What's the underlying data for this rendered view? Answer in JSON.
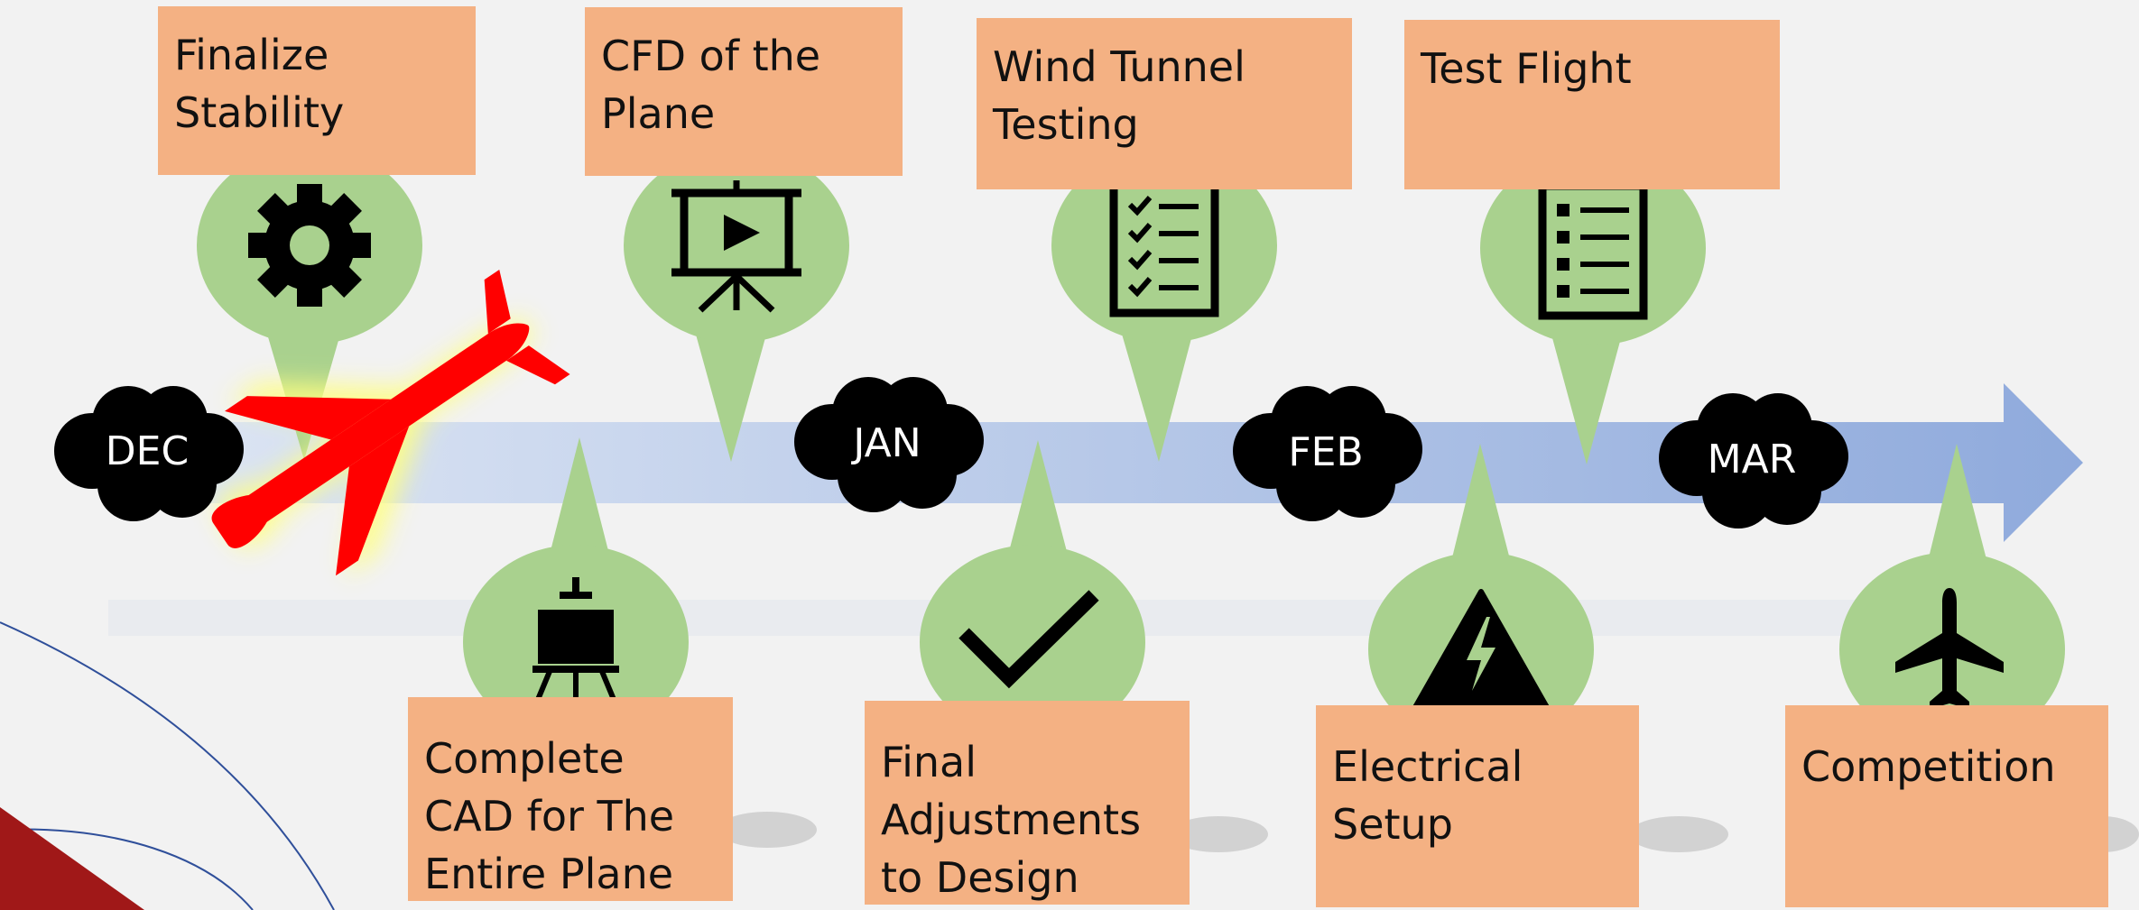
{
  "months": [
    {
      "label": "DEC"
    },
    {
      "label": "JAN"
    },
    {
      "label": "FEB"
    },
    {
      "label": "MAR"
    }
  ],
  "milestones_top": [
    {
      "lines": [
        "Finalize",
        "Stability"
      ],
      "icon": "gear-icon"
    },
    {
      "lines": [
        "CFD of the",
        "Plane"
      ],
      "icon": "presentation-icon"
    },
    {
      "lines": [
        "Wind Tunnel",
        "Testing"
      ],
      "icon": "checklist-icon"
    },
    {
      "lines": [
        "Test Flight"
      ],
      "icon": "list-icon"
    }
  ],
  "milestones_bottom": [
    {
      "lines": [
        "Complete",
        "CAD for The",
        "Entire Plane"
      ],
      "icon": "easel-icon"
    },
    {
      "lines": [
        "Final",
        "Adjustments",
        "to Design"
      ],
      "icon": "checkmark-icon"
    },
    {
      "lines": [
        "Electrical",
        "Setup"
      ],
      "icon": "high-voltage-icon"
    },
    {
      "lines": [
        "Competition"
      ],
      "icon": "airplane-icon"
    }
  ],
  "colors": {
    "box": "#f4b183",
    "callout": "#a9d18e",
    "arrow_start": "#dbe4f3",
    "arrow_end": "#8faadc",
    "cloud": "#000000",
    "plane": "#ff0000",
    "plane_glow": "#ffff80",
    "accent_red": "#a01818"
  }
}
